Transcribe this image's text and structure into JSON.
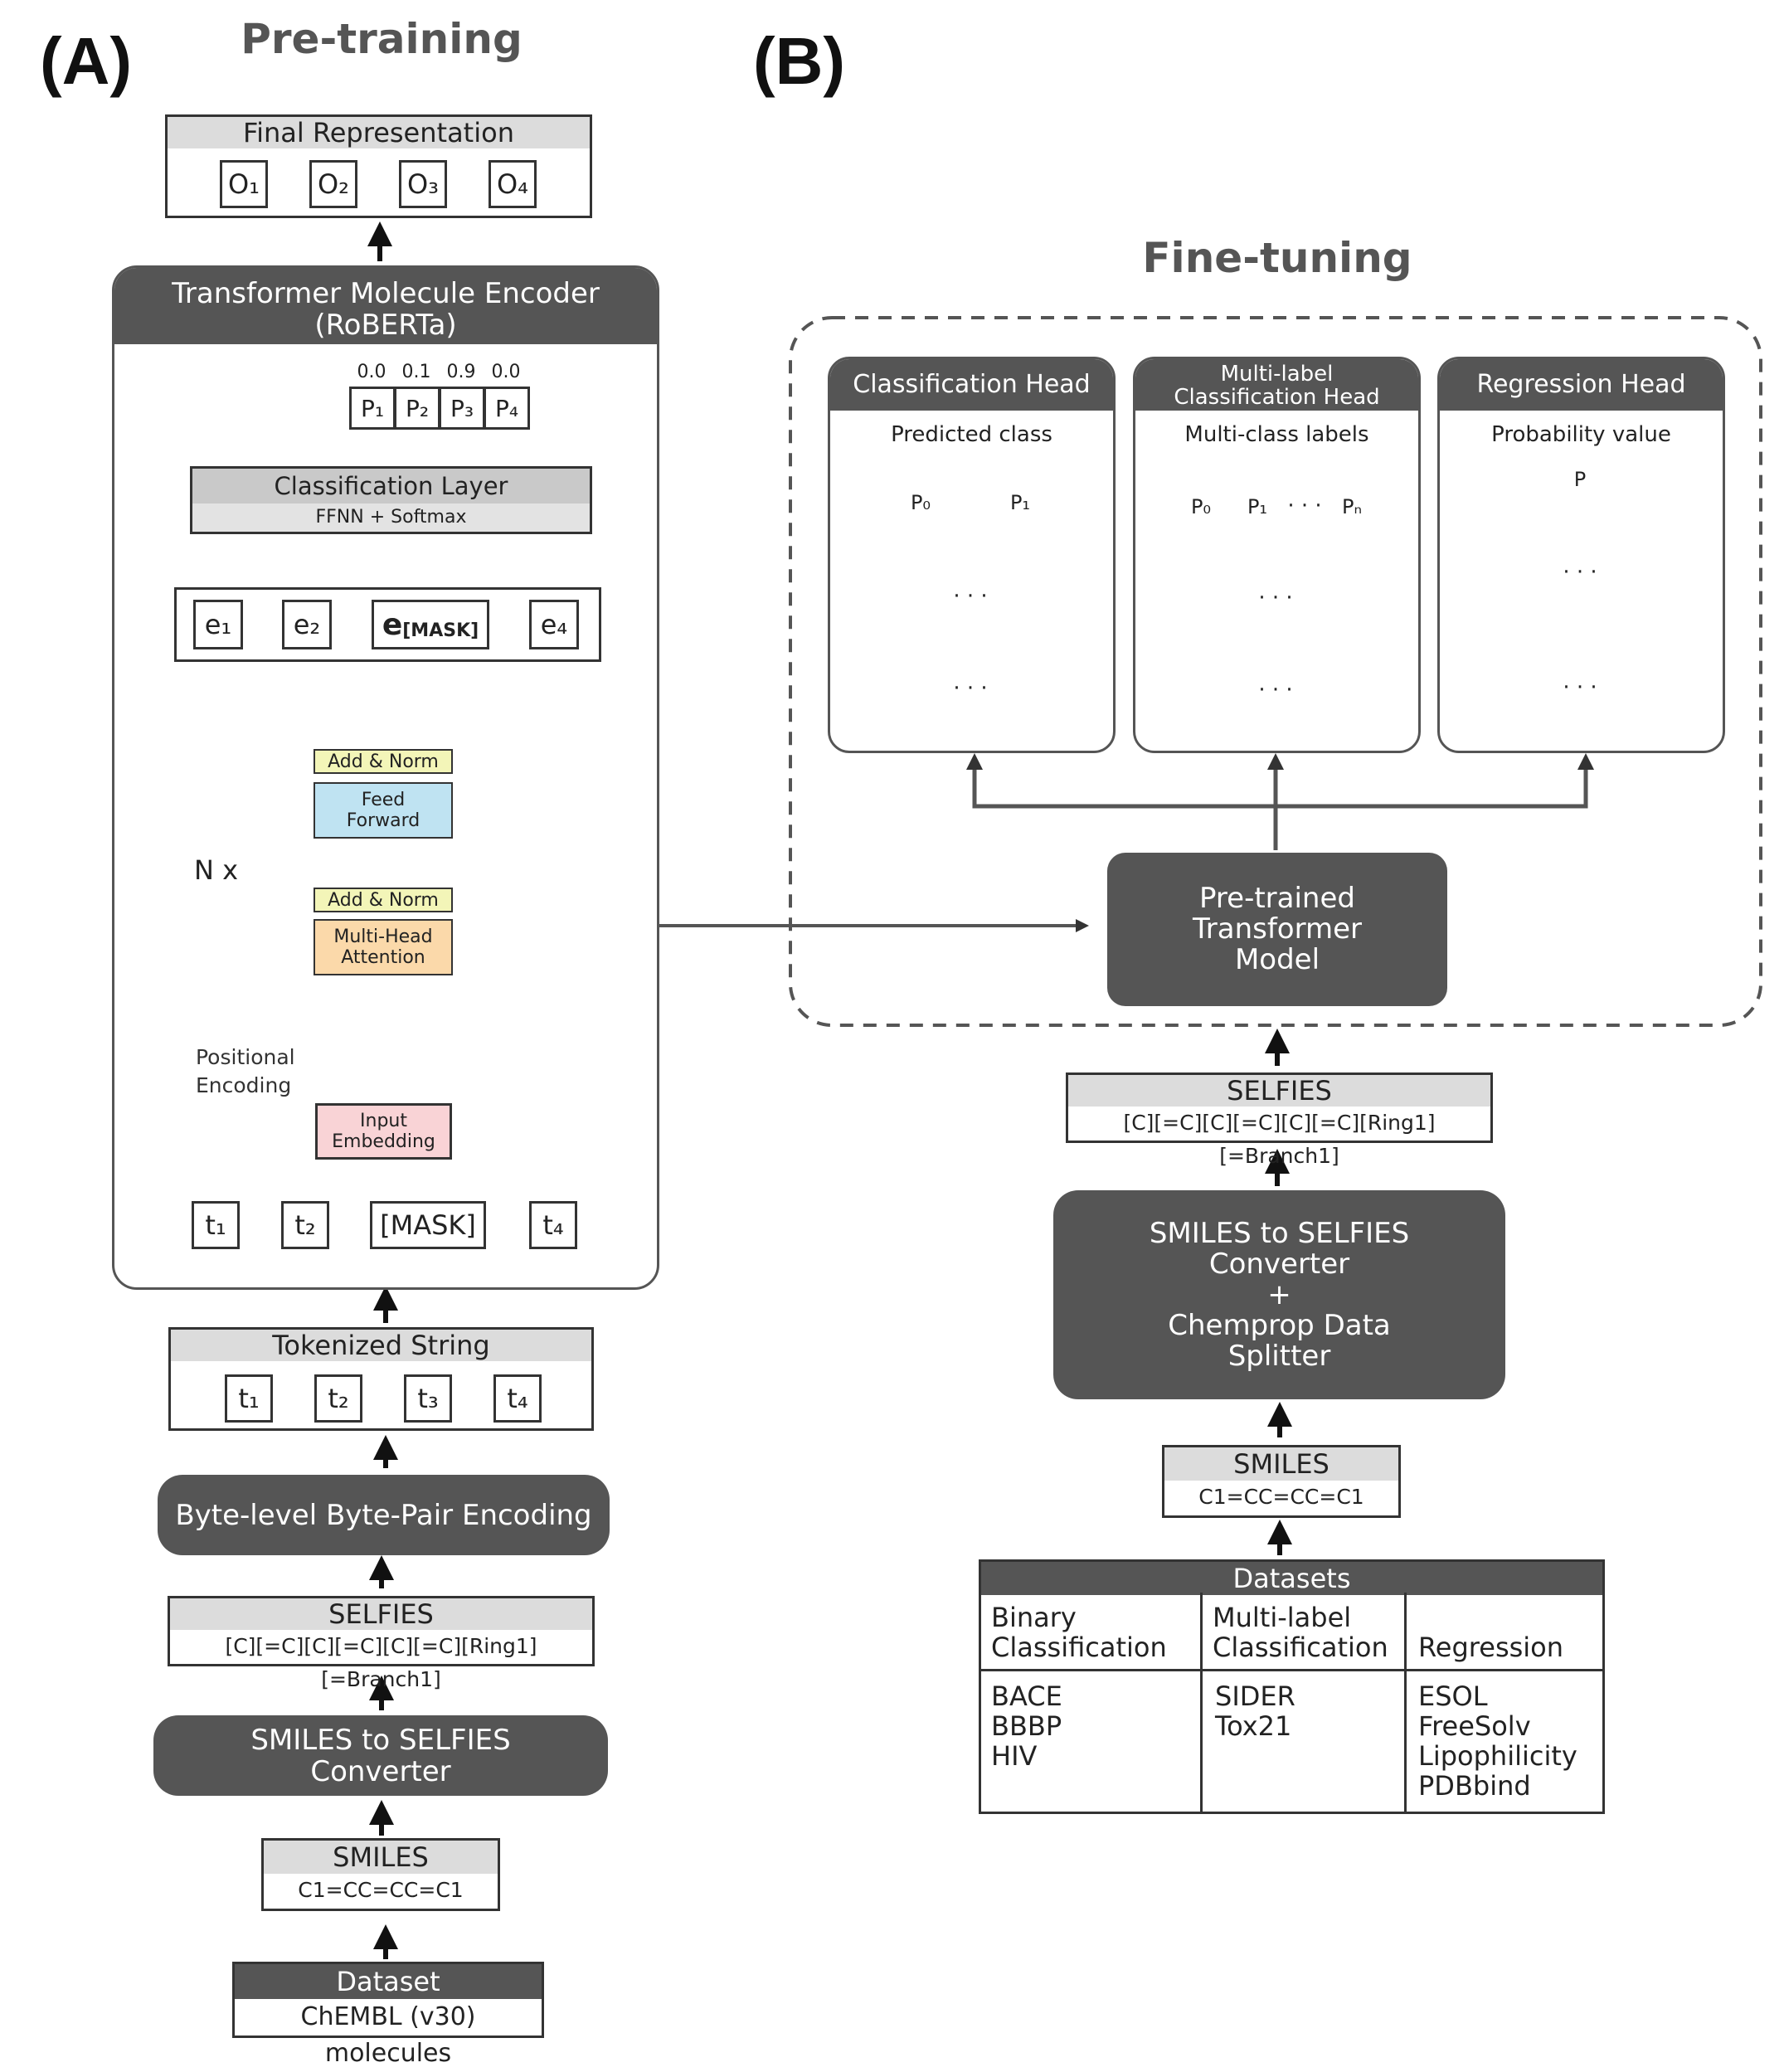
{
  "panels": {
    "a_label": "(A)",
    "b_label": "(B)",
    "pretraining_title": "Pre-training",
    "finetuning_title": "Fine-tuning"
  },
  "pretraining": {
    "final_repr": {
      "title": "Final Representation",
      "outputs": [
        "O₁",
        "O₂",
        "O₃",
        "O₄"
      ]
    },
    "encoder": {
      "title_line1": "Transformer Molecule Encoder",
      "title_line2": "(RoBERTa)",
      "probabilities": [
        "0.0",
        "0.1",
        "0.9",
        "0.0"
      ],
      "prob_labels": [
        "P₁",
        "P₂",
        "P₃",
        "P₄"
      ],
      "classification_layer": {
        "title": "Classification Layer",
        "subtitle": "FFNN + Softmax"
      },
      "embeddings": [
        "e₁",
        "e₂",
        "e",
        "[MASK]",
        "e₄"
      ],
      "block": {
        "add_norm": "Add & Norm",
        "feed_forward_1": "Feed",
        "feed_forward_2": "Forward",
        "mha_1": "Multi-Head",
        "mha_2": "Attention",
        "nx": "N x",
        "pos_enc_1": "Positional",
        "pos_enc_2": "Encoding",
        "input_emb_1": "Input",
        "input_emb_2": "Embedding"
      },
      "inputs": [
        "t₁",
        "t₂",
        "[MASK]",
        "t₄"
      ]
    },
    "tokenized": {
      "title": "Tokenized String",
      "tokens": [
        "t₁",
        "t₂",
        "t₃",
        "t₄"
      ]
    },
    "bpe": "Byte-level Byte-Pair Encoding",
    "selfies": {
      "title": "SELFIES",
      "value": "[C][=C][C][=C][C][=C][Ring1][=Branch1]"
    },
    "converter_1": "SMILES to SELFIES",
    "converter_2": "Converter",
    "smiles": {
      "title": "SMILES",
      "value": "C1=CC=CC=C1"
    },
    "dataset": {
      "title": "Dataset",
      "value": "ChEMBL (v30) molecules"
    }
  },
  "finetuning": {
    "heads": [
      {
        "title": "Classification Head",
        "output": "Predicted class"
      },
      {
        "title_1": "Multi-label",
        "title_2": "Classification Head",
        "output": "Multi-class labels"
      },
      {
        "title": "Regression Head",
        "output": "Probability value"
      }
    ],
    "node_labels": {
      "p0": "P₀",
      "p1": "P₁",
      "pn": "Pₙ",
      "p": "P",
      "dots": "· · ·"
    },
    "pretrained_1": "Pre-trained",
    "pretrained_2": "Transformer",
    "pretrained_3": "Model",
    "selfies": {
      "title": "SELFIES",
      "value": "[C][=C][C][=C][C][=C][Ring1][=Branch1]"
    },
    "converter_1": "SMILES to SELFIES",
    "converter_2": "Converter",
    "converter_3": "+",
    "converter_4": "Chemprop Data",
    "converter_5": "Splitter",
    "smiles": {
      "title": "SMILES",
      "value": "C1=CC=CC=C1"
    },
    "datasets": {
      "title": "Datasets",
      "col1_h1": "Binary",
      "col1_h2": "Classification",
      "col2_h1": "Multi-label",
      "col2_h2": "Classification",
      "col3_h": "Regression",
      "col1": [
        "BACE",
        "BBBP",
        "HIV"
      ],
      "col2": [
        "SIDER",
        "Tox21"
      ],
      "col3": [
        "ESOL",
        "FreeSolv",
        "Lipophilicity",
        "PDBbind"
      ]
    }
  },
  "colors": {
    "dark_box": "#555555",
    "header_gray": "#dcdcdc",
    "add_norm": "#f3f5b8",
    "feed_forward": "#bfe3f2",
    "attention": "#fbd9aa",
    "embedding": "#f9d3d6"
  }
}
